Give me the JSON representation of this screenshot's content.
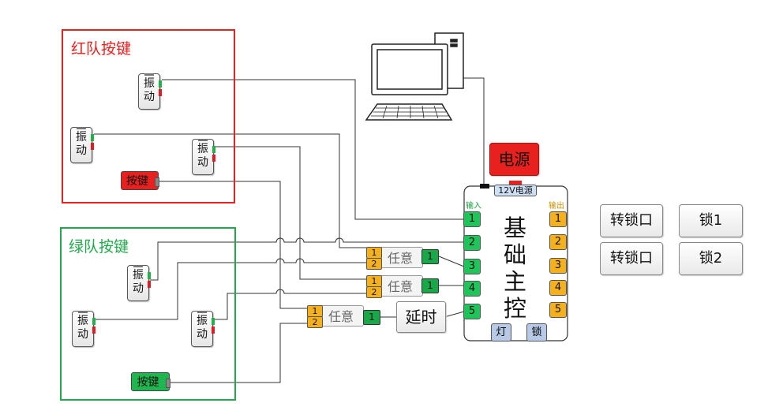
{
  "red_team": {
    "title": "红队按键",
    "color": "#e8201e"
  },
  "green_team": {
    "title": "绿队按键",
    "color": "#21a94a"
  },
  "sensor_label": "振动",
  "key_label": "按键",
  "power": {
    "label": "电源",
    "tag": "12V电源"
  },
  "controller": {
    "title": "基础主控",
    "input_label": "输入",
    "output_label": "输出",
    "inputs": [
      "1",
      "2",
      "3",
      "4",
      "5"
    ],
    "outputs": [
      "1",
      "2",
      "3",
      "4",
      "5"
    ],
    "light_label": "灯",
    "lock_label": "锁"
  },
  "any_label": "任意",
  "any_ports": [
    "1",
    "2"
  ],
  "any_output": "1",
  "delay_label": "延时",
  "buttons": {
    "turn_lock_1": "转锁口",
    "lock_1": "锁1",
    "turn_lock_2": "转锁口",
    "lock_2": "锁2"
  },
  "colors": {
    "red_key": "#e8201e",
    "green_key": "#1db64f",
    "power": "#e8201e"
  }
}
